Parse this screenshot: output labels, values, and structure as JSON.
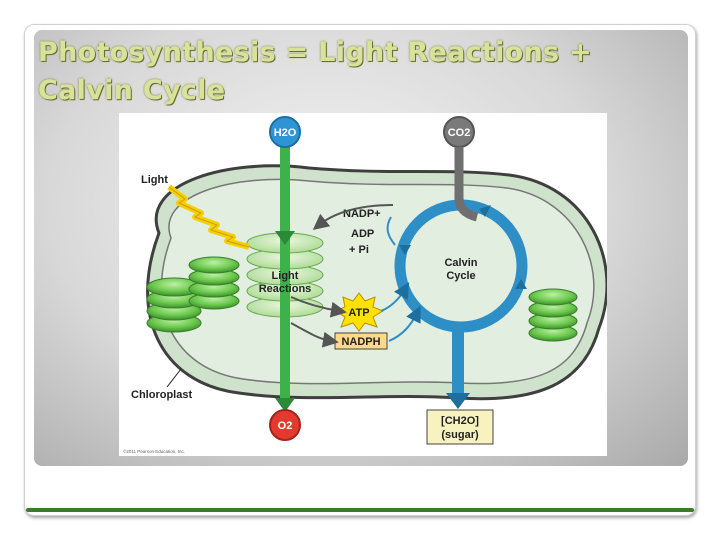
{
  "slide": {
    "title_line1": "Photosynthesis = Light Reactions +",
    "title_line2": "Calvin Cycle"
  },
  "diagram": {
    "inputs": {
      "water": "H2O",
      "carbon_dioxide": "CO2",
      "light": "Light"
    },
    "outputs": {
      "oxygen": "O2",
      "sugar_line1": "[CH2O]",
      "sugar_line2": "(sugar)"
    },
    "stages": {
      "light_reactions_line1": "Light",
      "light_reactions_line2": "Reactions",
      "calvin_line1": "Calvin",
      "calvin_line2": "Cycle"
    },
    "carriers": {
      "nadp": "NADP+",
      "adp": "ADP",
      "pi": "+ Pi",
      "atp": "ATP",
      "nadph": "NADPH"
    },
    "organelle_label": "Chloroplast",
    "copyright": "©2011 Pearson Education, Inc."
  },
  "colors": {
    "title": "#d7e39a",
    "accent_green": "#3e7a2b",
    "calvin_blue": "#2d8fc6",
    "light_green": "#3db14a",
    "chloroplast_fill": "#d9ead8"
  }
}
